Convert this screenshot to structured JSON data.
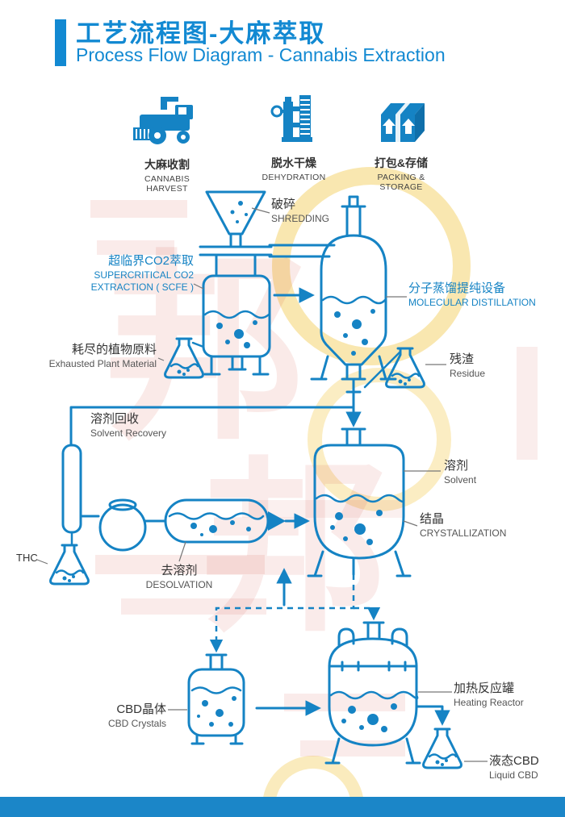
{
  "colors": {
    "primary_blue": "#1583c4",
    "title_blue": "#1289d2",
    "label_dark": "#333333",
    "label_gray": "#555555",
    "footer_blue": "#1b86c8",
    "watermark_red": "rgba(205,60,45,0.13)",
    "watermark_yellow": "rgba(244,208,98,0.5)"
  },
  "header": {
    "title_zh": "工艺流程图-大麻萃取",
    "title_en": "Process Flow Diagram - Cannabis Extraction"
  },
  "top_icons": [
    {
      "zh": "大麻收割",
      "en": "CANNABIS HARVEST"
    },
    {
      "zh": "脱水干燥",
      "en": "DEHYDRATION"
    },
    {
      "zh": "打包&存储",
      "en": "PACKING & STORAGE"
    }
  ],
  "labels": {
    "shredding": {
      "zh": "破碎",
      "en": "SHREDDING"
    },
    "scfe": {
      "zh": "超临界CO2萃取",
      "en_line1": "SUPERCRITICAL CO2",
      "en_line2": "EXTRACTION ( SCFE )"
    },
    "molecular_distillation": {
      "zh": "分子蒸馏提纯设备",
      "en": "MOLECULAR DISTILLATION"
    },
    "exhausted_plant_material": {
      "zh": "耗尽的植物原料",
      "en": "Exhausted Plant Material"
    },
    "residue": {
      "zh": "残渣",
      "en": "Residue"
    },
    "solvent_recovery": {
      "zh": "溶剂回收",
      "en": "Solvent Recovery"
    },
    "solvent": {
      "zh": "溶剂",
      "en": "Solvent"
    },
    "crystallization": {
      "zh": "结晶",
      "en": "CRYSTALLIZATION"
    },
    "thc": {
      "en": "THC"
    },
    "desolvation": {
      "zh": "去溶剂",
      "en": "DESOLVATION"
    },
    "cbd_crystals": {
      "zh": "CBD晶体",
      "en": "CBD Crystals"
    },
    "heating_reactor": {
      "zh": "加热反应罐",
      "en": "Heating Reactor"
    },
    "liquid_cbd": {
      "zh": "液态CBD",
      "en": "Liquid CBD"
    }
  }
}
